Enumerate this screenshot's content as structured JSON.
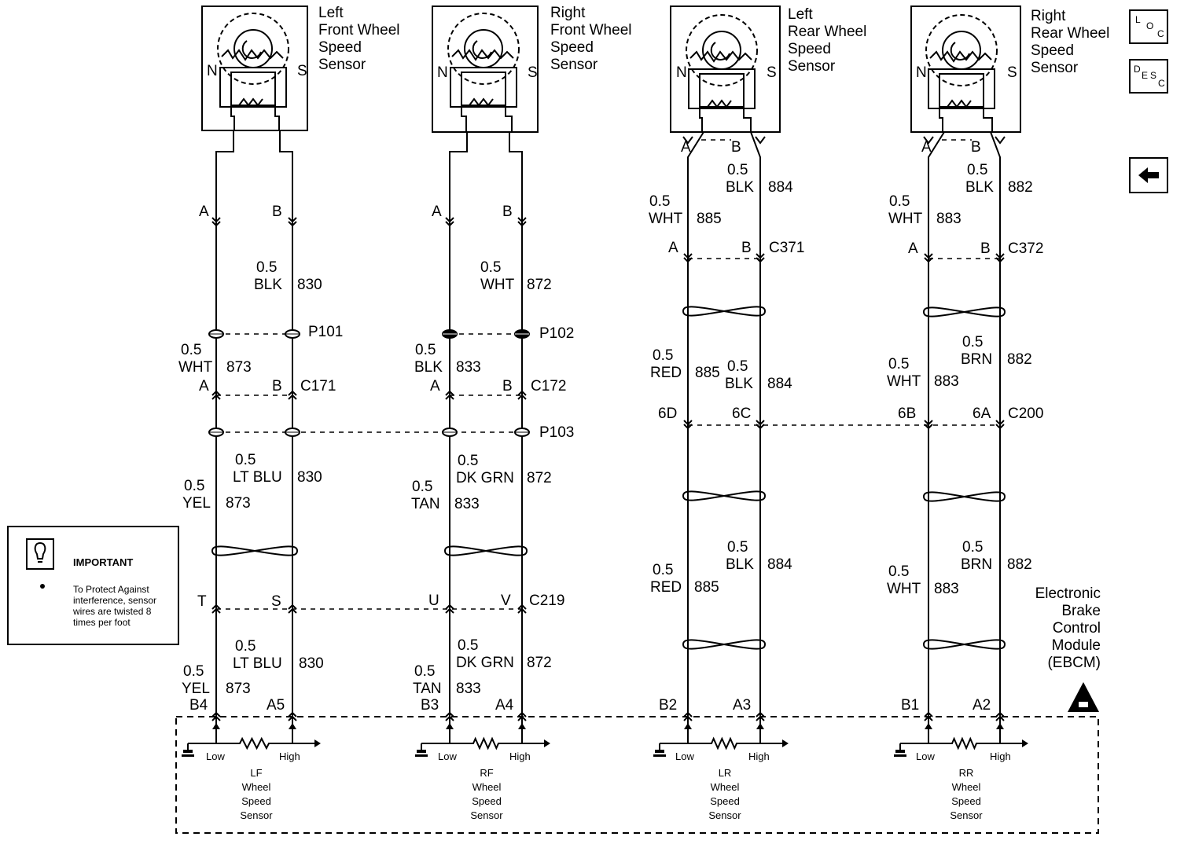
{
  "sensors": [
    {
      "title": "Left\nFront Wheel\nSpeed\nSensor",
      "n": "N",
      "s": "S",
      "pin_a": "",
      "pin_b": ""
    },
    {
      "title": "Right\nFront Wheel\nSpeed\nSensor",
      "n": "N",
      "s": "S",
      "pin_a": "",
      "pin_b": ""
    },
    {
      "title": "Left\nRear Wheel\nSpeed\nSensor",
      "n": "N",
      "s": "S",
      "pin_a": "A",
      "pin_b": "B"
    },
    {
      "title": "Right\nRear Wheel\nSpeed\nSensor",
      "n": "N",
      "s": "S",
      "pin_a": "A",
      "pin_b": "B"
    }
  ],
  "front": {
    "lf": {
      "conn1_a": "A",
      "conn1_b": "B",
      "wire_top": {
        "gauge": "0.5",
        "color": "BLK",
        "circuit": "830"
      },
      "p101": "P101",
      "wire_mid": {
        "gauge": "0.5",
        "color": "WHT",
        "circuit": "873"
      },
      "c171_a": "A",
      "c171_b": "B",
      "c171": "C171",
      "wire_lo1": {
        "gauge": "0.5",
        "color": "LT BLU",
        "circuit": "830"
      },
      "wire_lo2": {
        "gauge": "0.5",
        "color": "YEL",
        "circuit": "873"
      },
      "c219_a": "T",
      "c219_b": "S",
      "wire_bot1": {
        "gauge": "0.5",
        "color": "LT BLU",
        "circuit": "830"
      },
      "wire_bot2": {
        "gauge": "0.5",
        "color": "YEL",
        "circuit": "873"
      },
      "pin_low": "B4",
      "pin_high": "A5"
    },
    "rf": {
      "conn1_a": "A",
      "conn1_b": "B",
      "wire_top": {
        "gauge": "0.5",
        "color": "WHT",
        "circuit": "872"
      },
      "p102": "P102",
      "wire_mid": {
        "gauge": "0.5",
        "color": "BLK",
        "circuit": "833"
      },
      "c172_a": "A",
      "c172_b": "B",
      "c172": "C172",
      "p103": "P103",
      "wire_lo1": {
        "gauge": "0.5",
        "color": "DK GRN",
        "circuit": "872"
      },
      "wire_lo2": {
        "gauge": "0.5",
        "color": "TAN",
        "circuit": "833"
      },
      "c219_a": "U",
      "c219_b": "V",
      "c219": "C219",
      "wire_bot1": {
        "gauge": "0.5",
        "color": "DK GRN",
        "circuit": "872"
      },
      "wire_bot2": {
        "gauge": "0.5",
        "color": "TAN",
        "circuit": "833"
      },
      "pin_low": "B3",
      "pin_high": "A4"
    }
  },
  "rear": {
    "lr": {
      "wire_top_b": {
        "gauge": "0.5",
        "color": "BLK",
        "circuit": "884"
      },
      "wire_top_a": {
        "gauge": "0.5",
        "color": "WHT",
        "circuit": "885"
      },
      "c371_a": "A",
      "c371_b": "B",
      "c371": "C371",
      "wire_mid_a": {
        "gauge": "0.5",
        "color": "RED",
        "circuit": "885"
      },
      "wire_mid_b": {
        "gauge": "0.5",
        "color": "BLK",
        "circuit": "884"
      },
      "c200_a": "6D",
      "c200_b": "6C",
      "wire_lo_b": {
        "gauge": "0.5",
        "color": "BLK",
        "circuit": "884"
      },
      "wire_lo_a": {
        "gauge": "0.5",
        "color": "RED",
        "circuit": "885"
      },
      "pin_low": "B2",
      "pin_high": "A3"
    },
    "rr": {
      "wire_top_b": {
        "gauge": "0.5",
        "color": "BLK",
        "circuit": "882"
      },
      "wire_top_a": {
        "gauge": "0.5",
        "color": "WHT",
        "circuit": "883"
      },
      "c372_a": "A",
      "c372_b": "B",
      "c372": "C372",
      "wire_mid_b": {
        "gauge": "0.5",
        "color": "BRN",
        "circuit": "882"
      },
      "wire_mid_a": {
        "gauge": "0.5",
        "color": "WHT",
        "circuit": "883"
      },
      "c200_a": "6B",
      "c200_b": "6A",
      "c200": "C200",
      "wire_lo_b": {
        "gauge": "0.5",
        "color": "BRN",
        "circuit": "882"
      },
      "wire_lo_a": {
        "gauge": "0.5",
        "color": "WHT",
        "circuit": "883"
      },
      "pin_low": "B1",
      "pin_high": "A2"
    }
  },
  "ebcm": {
    "title": "Electronic\nBrake\nControl\nModule\n(EBCM)",
    "channels": [
      {
        "low": "Low",
        "high": "High",
        "name": "LF\nWheel\nSpeed\nSensor"
      },
      {
        "low": "Low",
        "high": "High",
        "name": "RF\nWheel\nSpeed\nSensor"
      },
      {
        "low": "Low",
        "high": "High",
        "name": "LR\nWheel\nSpeed\nSensor"
      },
      {
        "low": "Low",
        "high": "High",
        "name": "RR\nWheel\nSpeed\nSensor"
      }
    ]
  },
  "important": {
    "heading": "IMPORTANT",
    "text": "To Protect Against interference, sensor wires are twisted 8 times per foot"
  },
  "nav": {
    "loc": {
      "l": "L",
      "o": "O",
      "c": "C"
    },
    "desc": {
      "d": "D",
      "e": "E",
      "s": "S",
      "c": "C"
    },
    "back_icon": "back-arrow-icon"
  }
}
